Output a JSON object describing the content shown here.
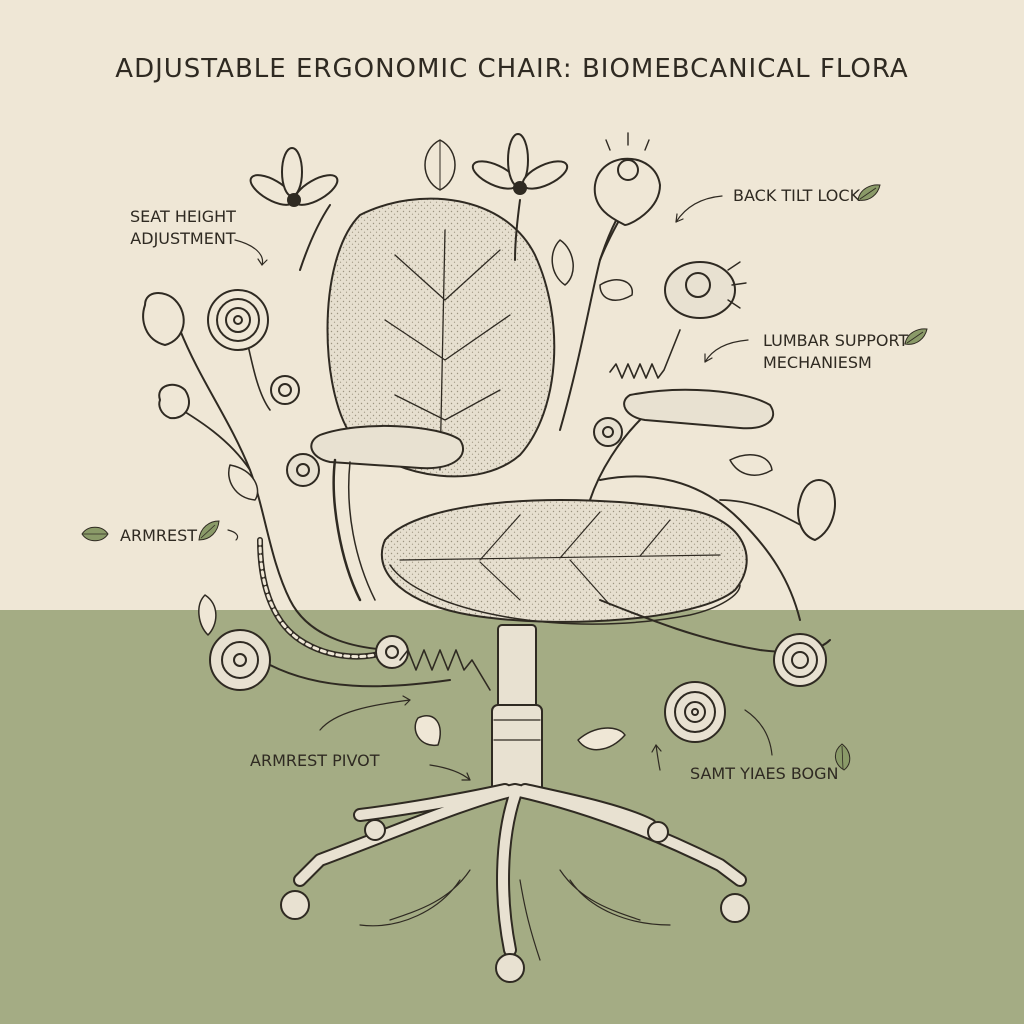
{
  "title": "ADJUSTABLE ERGONOMIC CHAIR: BIOMEBCANICAL FLORA",
  "labels": {
    "seat_height_1": "SEAT HEIGHT",
    "seat_height_2": "ADJUSTMENT",
    "back_tilt": "BACK TILT LOCK",
    "lumbar_1": "LUMBAR SUPPORT",
    "lumbar_2": "MECHANIESM",
    "armrest": "ARMREST",
    "armrest_pivot": "ARMREST PIVOT",
    "seat_bottom": "SAMT YIAES BOGN"
  },
  "colors": {
    "background": "#efe7d6",
    "ground": "#a4ac84",
    "ink": "#2f2a22",
    "leaf_fill": "#8a9a68"
  }
}
